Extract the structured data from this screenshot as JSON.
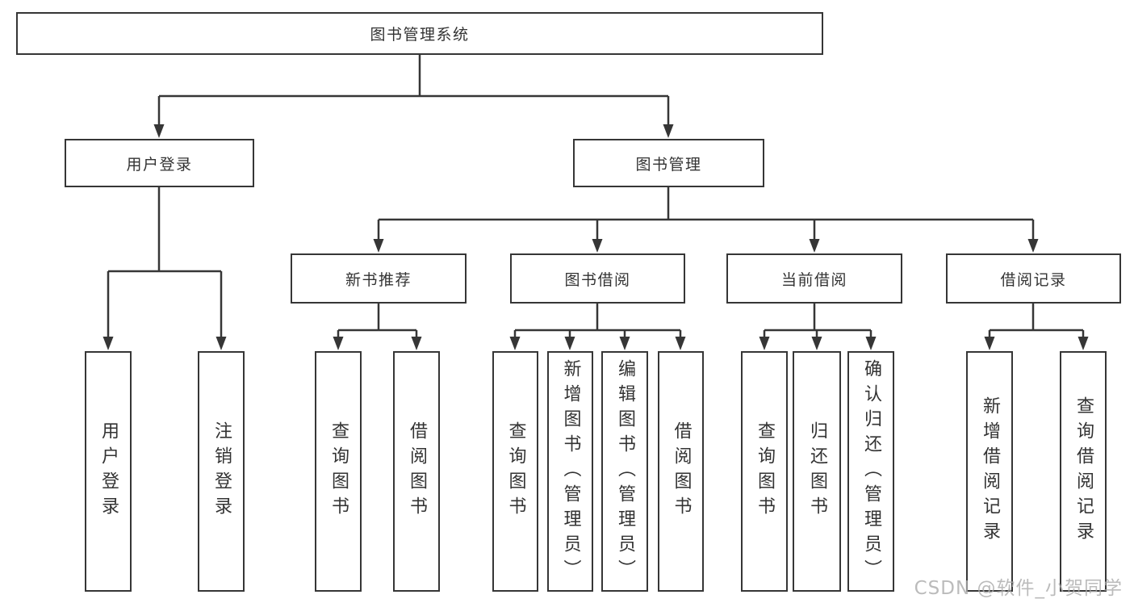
{
  "diagram": {
    "watermark": "CSDN @软件_小贺同学",
    "root": {
      "label": "图书管理系统"
    },
    "branches": [
      {
        "label": "用户登录",
        "children": [
          {
            "label": "用户登录"
          },
          {
            "label": "注销登录"
          }
        ]
      },
      {
        "label": "图书管理",
        "children": [
          {
            "label": "新书推荐",
            "children": [
              {
                "label": "查询图书"
              },
              {
                "label": "借阅图书"
              }
            ]
          },
          {
            "label": "图书借阅",
            "children": [
              {
                "label": "查询图书"
              },
              {
                "label": "新增图书（管理员）"
              },
              {
                "label": "编辑图书（管理员）"
              },
              {
                "label": "借阅图书"
              }
            ]
          },
          {
            "label": "当前借阅",
            "children": [
              {
                "label": "查询图书"
              },
              {
                "label": "归还图书"
              },
              {
                "label": "确认归还（管理员）"
              }
            ]
          },
          {
            "label": "借阅记录",
            "children": [
              {
                "label": "新增借阅记录"
              },
              {
                "label": "查询借阅记录"
              }
            ]
          }
        ]
      }
    ],
    "line_color": "#363636",
    "background_color": "#ffffff"
  }
}
